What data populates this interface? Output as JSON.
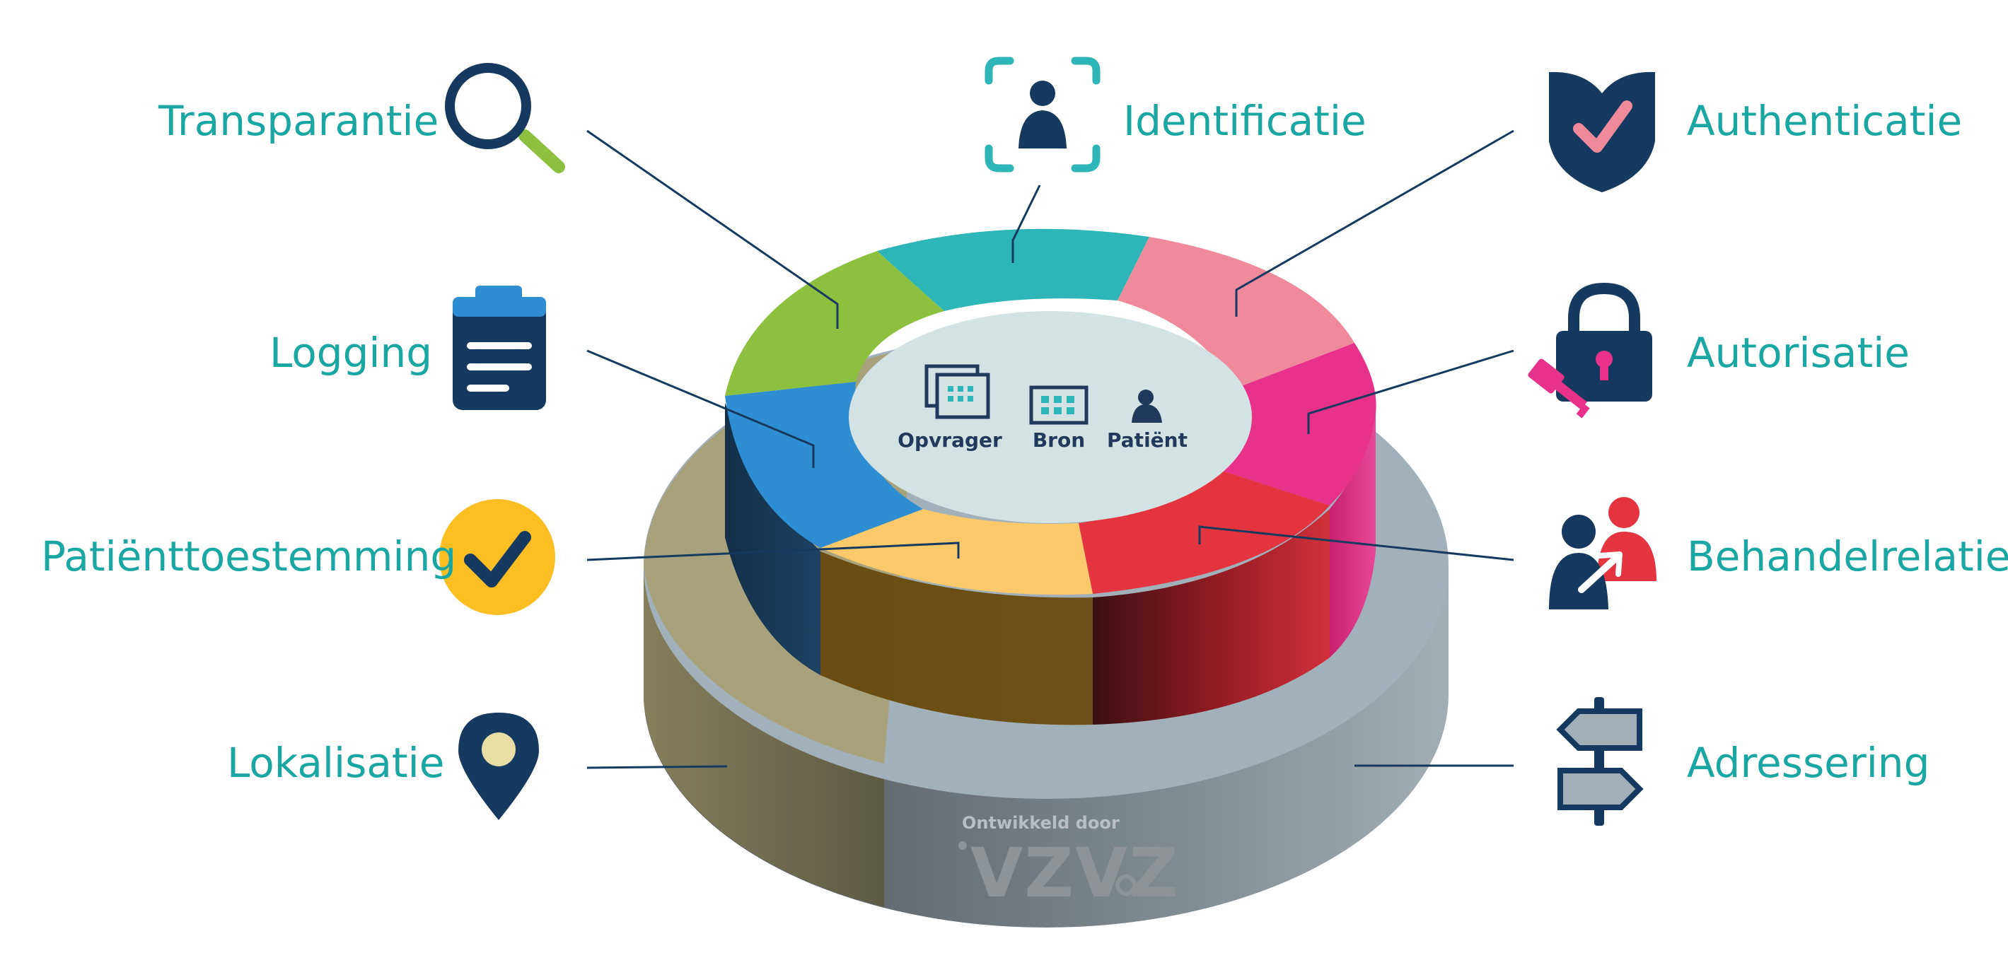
{
  "labels": {
    "transparantie": "Transparantie",
    "identificatie": "Identificatie",
    "authenticatie": "Authenticatie",
    "logging": "Logging",
    "autorisatie": "Autorisatie",
    "patienttoestemming": "Patiënttoestemming",
    "behandelrelatie": "Behandelrelatie",
    "lokalisatie": "Lokalisatie",
    "adressering": "Adressering"
  },
  "center": {
    "opvrager": "Opvrager",
    "bron": "Bron",
    "patient": "Patiënt"
  },
  "brand": {
    "caption": "Ontwikkeld door",
    "name": "VZVZ"
  },
  "colors": {
    "label": "#1aa6a3",
    "navy": "#163a5f",
    "green": "#8dc03f",
    "teal": "#2eb5b7",
    "pink_light": "#ef8a9c",
    "magenta": "#e8318a",
    "red": "#e3343f",
    "yellow": "#fcc96a",
    "blue": "#2f8ed1",
    "base_left": "#a8a27c",
    "base_right": "#a2b0b9"
  }
}
